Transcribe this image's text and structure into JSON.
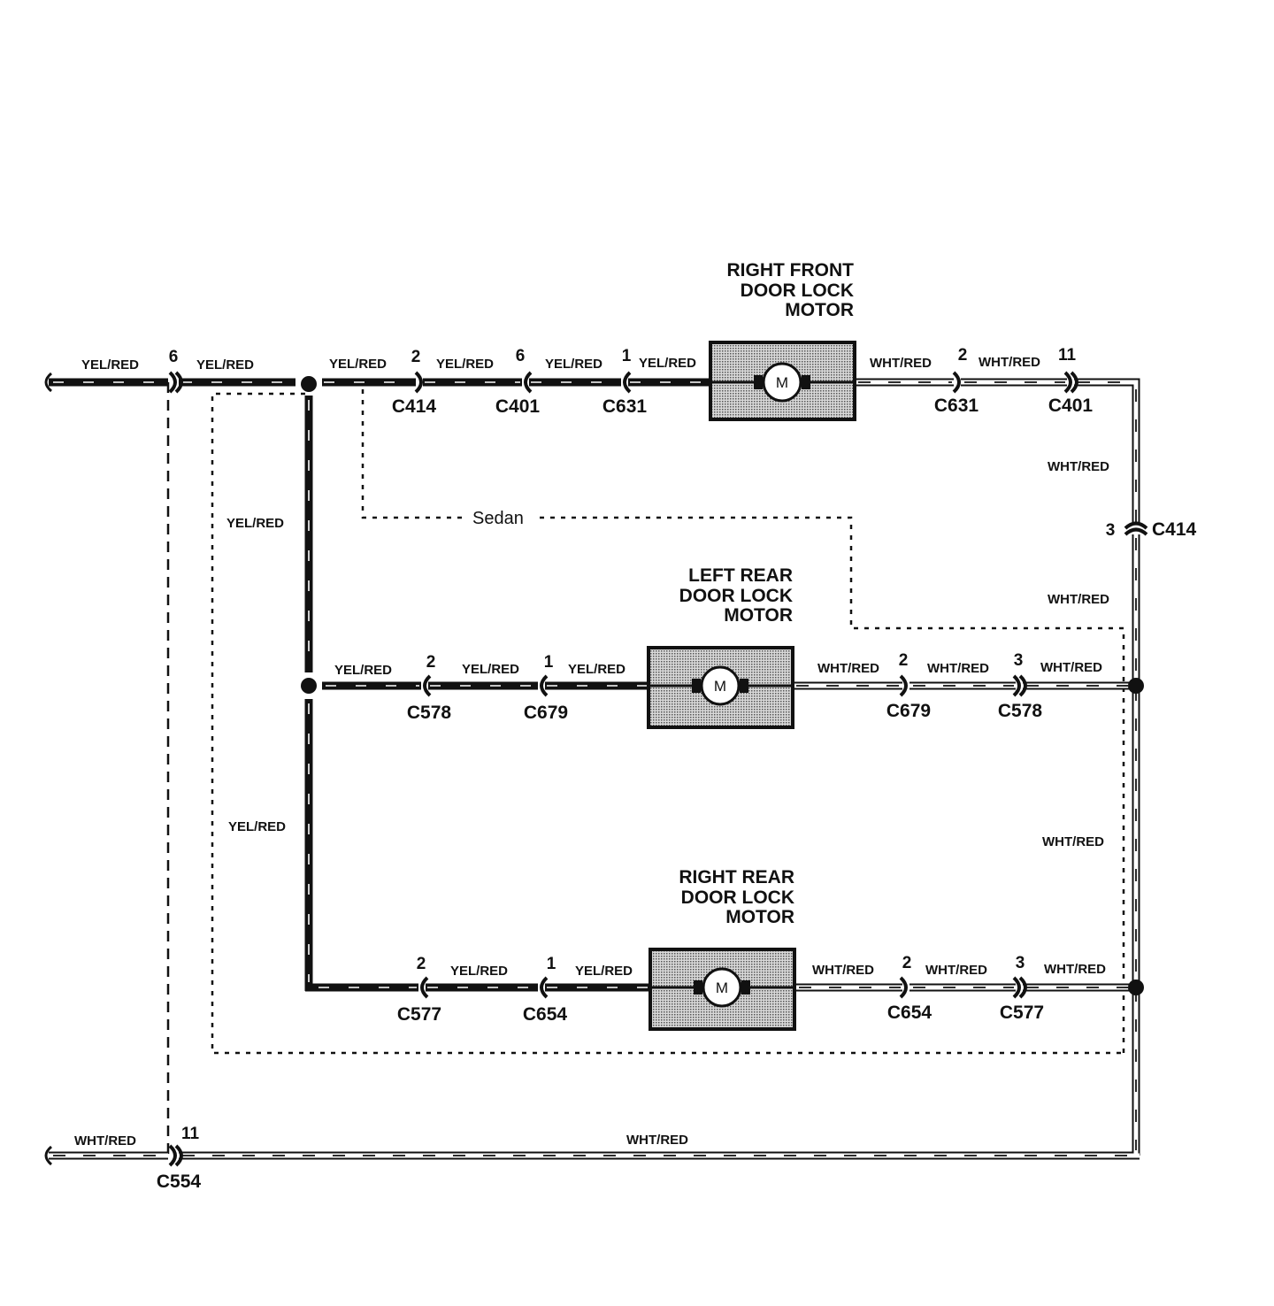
{
  "diagram": {
    "colors": {
      "ink": "#111111",
      "motor_fill": "#bdbdbd",
      "background": "#ffffff"
    },
    "motors": {
      "right_front": {
        "title": [
          "RIGHT FRONT",
          "DOOR LOCK",
          "MOTOR"
        ],
        "symbol": "M"
      },
      "left_rear": {
        "title": [
          "LEFT REAR",
          "DOOR LOCK",
          "MOTOR"
        ],
        "symbol": "M"
      },
      "right_rear": {
        "title": [
          "RIGHT REAR",
          "DOOR LOCK",
          "MOTOR"
        ],
        "symbol": "M"
      }
    },
    "variant_note": "Sedan",
    "wire_colors": {
      "feed": "YEL/RED",
      "return": "WHT/RED"
    },
    "top_row": {
      "pins": [
        "6",
        "2",
        "6",
        "1",
        "2",
        "11"
      ],
      "connectors": [
        "C414",
        "C401",
        "C631",
        "C631",
        "C401"
      ]
    },
    "right_vertical": {
      "pin": "3",
      "connector": "C414"
    },
    "left_rear_row": {
      "pins": [
        "2",
        "1",
        "2",
        "3"
      ],
      "connectors": [
        "C578",
        "C679",
        "C679",
        "C578"
      ]
    },
    "right_rear_row": {
      "pins": [
        "2",
        "1",
        "2",
        "3"
      ],
      "connectors": [
        "C577",
        "C654",
        "C654",
        "C577"
      ]
    },
    "bottom_row": {
      "pin": "11",
      "connector": "C554"
    }
  }
}
